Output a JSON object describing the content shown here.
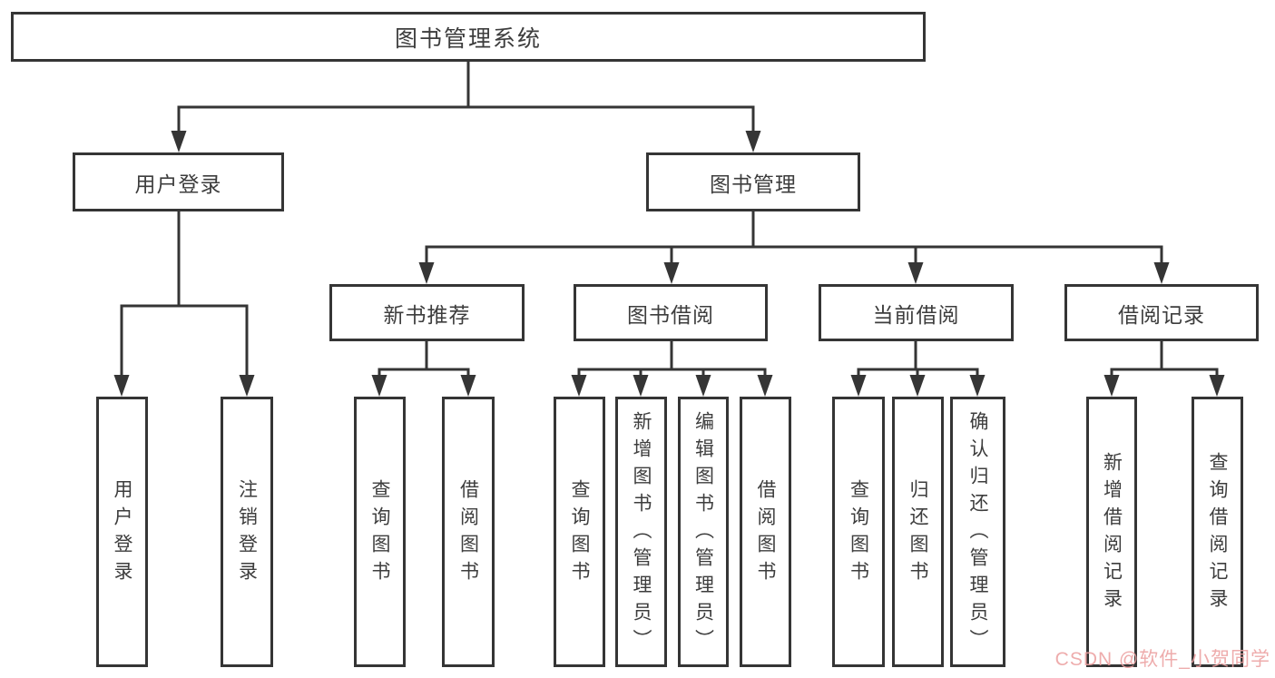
{
  "colors": {
    "line": "#353535",
    "box_border": "#353535",
    "box_fill": "#ffffff",
    "text": "#3d3d3d",
    "watermark": "#eca0a0",
    "background": "#ffffff"
  },
  "tree": {
    "label": "图书管理系统",
    "children": [
      {
        "label": "用户登录",
        "children": [
          {
            "label": "用户登录"
          },
          {
            "label": "注销登录"
          }
        ]
      },
      {
        "label": "图书管理",
        "children": [
          {
            "label": "新书推荐",
            "children": [
              {
                "label": "查询图书"
              },
              {
                "label": "借阅图书"
              }
            ]
          },
          {
            "label": "图书借阅",
            "children": [
              {
                "label": "查询图书"
              },
              {
                "label": "新增图书（管理员）"
              },
              {
                "label": "编辑图书（管理员）"
              },
              {
                "label": "借阅图书"
              }
            ]
          },
          {
            "label": "当前借阅",
            "children": [
              {
                "label": "查询图书"
              },
              {
                "label": "归还图书"
              },
              {
                "label": "确认归还（管理员）"
              }
            ]
          },
          {
            "label": "借阅记录",
            "children": [
              {
                "label": "新增借阅记录"
              },
              {
                "label": "查询借阅记录"
              }
            ]
          }
        ]
      }
    ]
  },
  "watermark": {
    "text": "CSDN @软件_小贺同学"
  }
}
